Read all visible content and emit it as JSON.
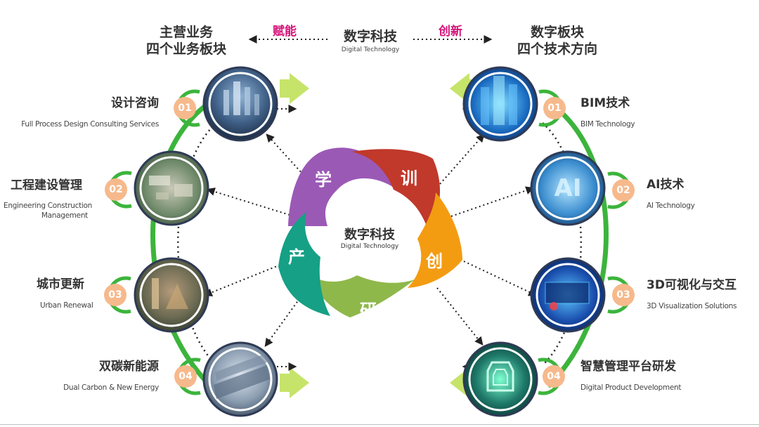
{
  "header": {
    "left_title_1": "主营业务",
    "left_title_2": "四个业务板块",
    "center_title": "数字科技",
    "center_subtitle": "Digital Technology",
    "right_title_1": "数字板块",
    "right_title_2": "四个技术方向",
    "left_keyword": "赋能",
    "right_keyword": "创新"
  },
  "center": {
    "title": "数字科技",
    "subtitle": "Digital Technology",
    "petals": [
      {
        "label": "学",
        "color": "#9b59b6"
      },
      {
        "label": "训",
        "color": "#c0392b"
      },
      {
        "label": "创",
        "color": "#f39c12"
      },
      {
        "label": "研",
        "color": "#8fb84b"
      },
      {
        "label": "产",
        "color": "#16a085"
      }
    ]
  },
  "business": [
    {
      "num": "01",
      "zh": "设计咨询",
      "en": "Full Process Design Consulting Services"
    },
    {
      "num": "02",
      "zh": "工程建设管理",
      "en1": "Engineering Construction",
      "en2": "Management"
    },
    {
      "num": "03",
      "zh": "城市更新",
      "en": "Urban Renewal"
    },
    {
      "num": "04",
      "zh": "双碳新能源",
      "en": "Dual Carbon & New Energy"
    }
  ],
  "technology": [
    {
      "num": "01",
      "zh": "BIM技术",
      "en": "BIM Technology"
    },
    {
      "num": "02",
      "zh": "AI技术",
      "en": "AI Technology"
    },
    {
      "num": "03",
      "zh": "3D可视化与交互",
      "en": "3D Visualization Solutions"
    },
    {
      "num": "04",
      "zh": "智慧管理平台研发",
      "en": "Digital Product Development"
    }
  ],
  "images": {
    "ai_glyph": "AI"
  },
  "colors": {
    "accent_green": "#3cb43c",
    "arrow_green": "#c6e46a",
    "keyword": "#d4147a",
    "badge": "#f6b98c"
  }
}
